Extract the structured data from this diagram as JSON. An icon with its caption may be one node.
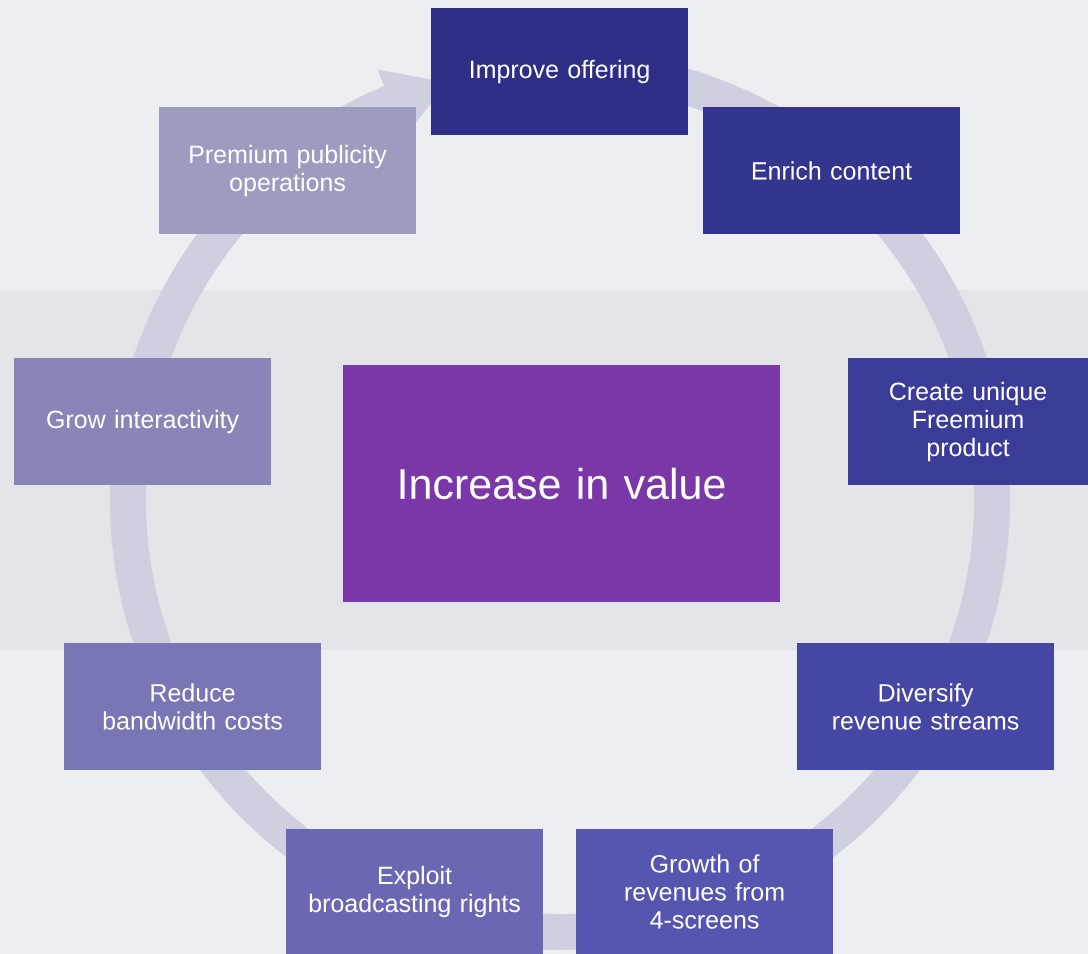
{
  "diagram": {
    "nodes": [
      {
        "text": [
          "Increase in value"
        ]
      },
      {
        "text": [
          "Improve offering"
        ]
      },
      {
        "text": [
          "Enrich content"
        ]
      },
      {
        "text": [
          "Create unique Freemium product"
        ]
      },
      {
        "text": [
          "Diversify revenue streams"
        ]
      },
      {
        "text": [
          "Growth of revenues from 4-screens"
        ]
      },
      {
        "text": [
          "Exploit broadcasting rights"
        ]
      },
      {
        "text": [
          "Reduce bandwidth costs"
        ]
      },
      {
        "text": [
          "Grow interactivity"
        ]
      },
      {
        "text": [
          "Premium publicity operations"
        ]
      }
    ],
    "edges": []
  }
}
